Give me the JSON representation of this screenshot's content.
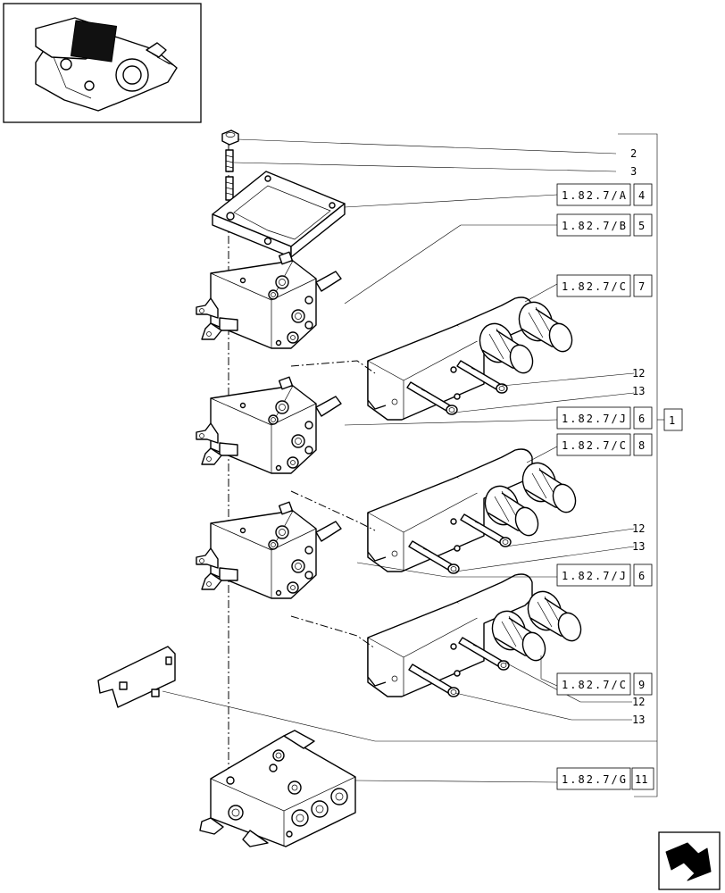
{
  "title": "",
  "thumbnail": {
    "name": "tractor-valve-thumbnail"
  },
  "callouts": {
    "c2": "2",
    "c3": "3",
    "c4_ref": "1.82.7/A",
    "c4_num": "4",
    "c5_ref": "1.82.7/B",
    "c5_num": "5",
    "c7_ref": "1.82.7/C",
    "c7_num": "7",
    "c12a": "12",
    "c13a": "13",
    "c6a_ref": "1.82.7/J",
    "c6a_num": "6",
    "group": "1",
    "c8_ref": "1.82.7/C",
    "c8_num": "8",
    "c12b": "12",
    "c13b": "13",
    "c6b_ref": "1.82.7/J",
    "c6b_num": "6",
    "c9_ref": "1.82.7/C",
    "c9_num": "9",
    "c12c": "12",
    "c13c": "13",
    "c11_ref": "1.82.7/G",
    "c11_num": "11"
  },
  "nav": {
    "icon": "next-page-arrow-icon"
  }
}
